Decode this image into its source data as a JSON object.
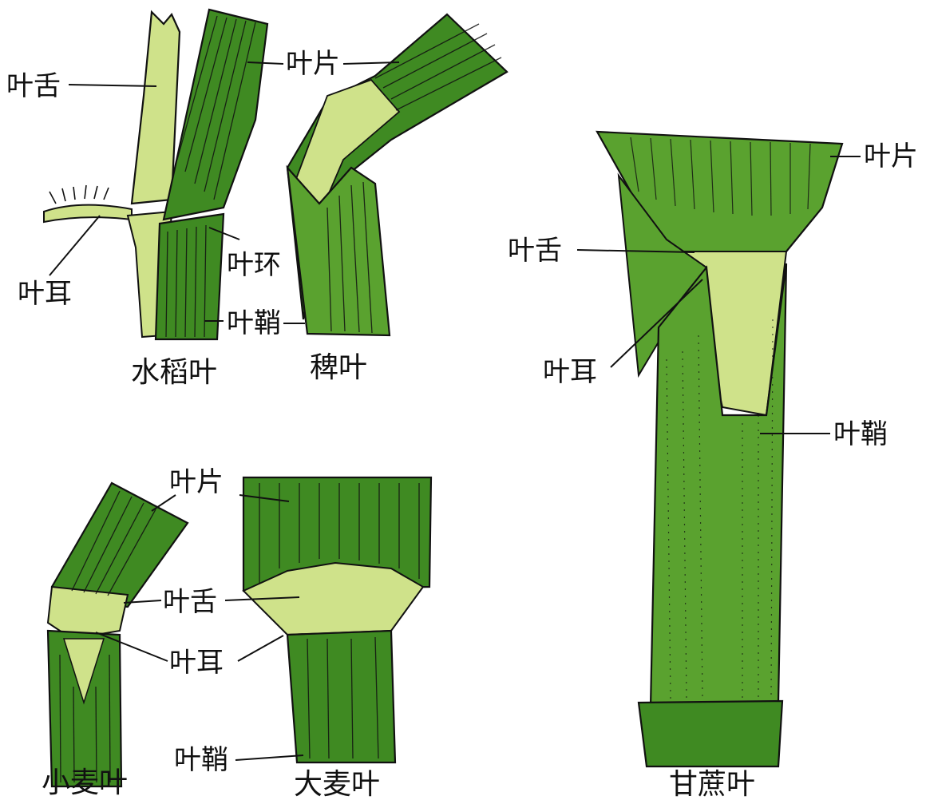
{
  "colors": {
    "leaf_dark": "#3f8a22",
    "leaf_mid": "#5aa22f",
    "leaf_light": "#cfe28a",
    "ink": "#111111"
  },
  "panels": {
    "rice": {
      "caption": "水稻叶",
      "labels": {
        "lingual": "叶舌",
        "blade": "叶片",
        "auricle": "叶耳",
        "collar": "叶环",
        "sheath": "叶鞘"
      }
    },
    "barnyard": {
      "caption": "稗叶"
    },
    "wheat": {
      "caption": "小麦叶",
      "labels": {
        "blade": "叶片",
        "lingual": "叶舌",
        "auricle": "叶耳",
        "sheath": "叶鞘"
      }
    },
    "barley": {
      "caption": "大麦叶"
    },
    "sugarcane": {
      "caption": "甘蔗叶",
      "labels": {
        "blade": "叶片",
        "lingual": "叶舌",
        "auricle": "叶耳",
        "sheath": "叶鞘"
      }
    }
  }
}
